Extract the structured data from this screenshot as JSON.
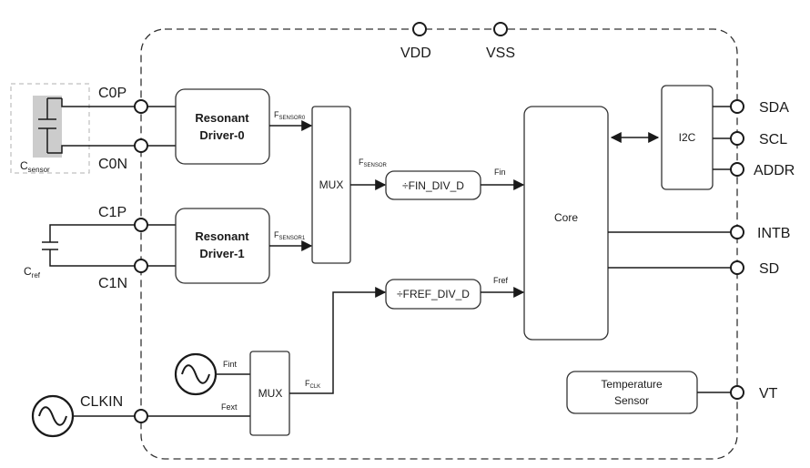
{
  "pins": {
    "vdd": "VDD",
    "vss": "VSS",
    "c0p": "C0P",
    "c0n": "C0N",
    "c1p": "C1P",
    "c1n": "C1N",
    "clkin": "CLKIN",
    "sda": "SDA",
    "scl": "SCL",
    "addr": "ADDR",
    "intb": "INTB",
    "sd": "SD",
    "vt": "VT"
  },
  "blocks": {
    "driver0_line1": "Resonant",
    "driver0_line2": "Driver-0",
    "driver1_line1": "Resonant",
    "driver1_line2": "Driver-1",
    "mux_sensor": "MUX",
    "mux_clock": "MUX",
    "fin_div": "÷FIN_DIV_D",
    "fref_div": "÷FREF_DIV_D",
    "core": "Core",
    "i2c": "I2C",
    "temp_line1": "Temperature",
    "temp_line2": "Sensor"
  },
  "signals": {
    "f_sensor0_main": "F",
    "f_sensor0_sub": "SENSOR0",
    "f_sensor1_main": "F",
    "f_sensor1_sub": "SENSOR1",
    "f_sensor_main": "F",
    "f_sensor_sub": "SENSOR",
    "f_clk_main": "F",
    "f_clk_sub": "CLK",
    "fin": "Fin",
    "fref": "Fref",
    "fint": "Fint",
    "fext": "Fext"
  },
  "components": {
    "c_sensor_main": "C",
    "c_sensor_sub": "sensor",
    "c_ref_main": "C",
    "c_ref_sub": "ref"
  }
}
